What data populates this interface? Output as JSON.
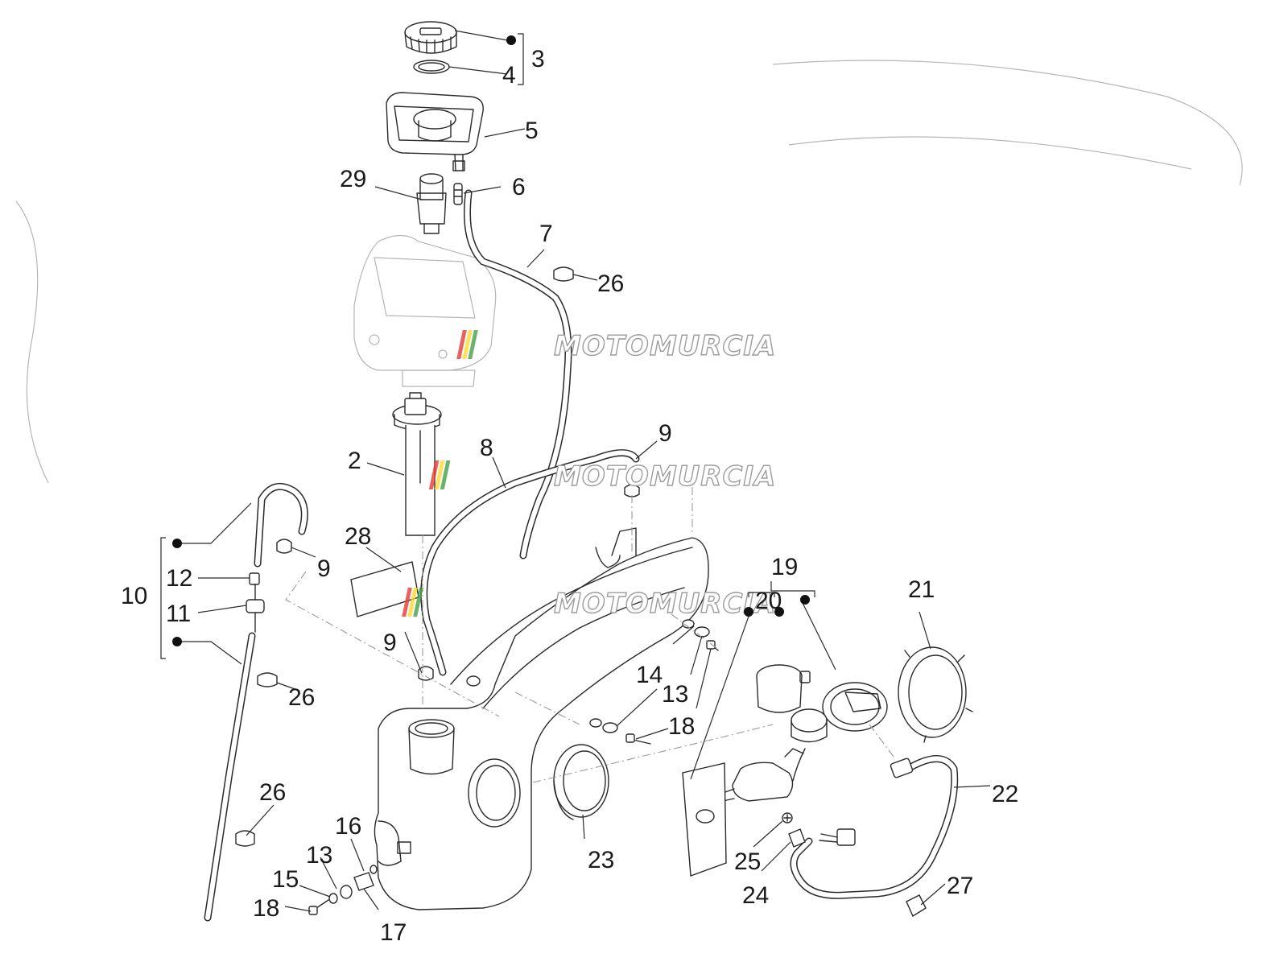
{
  "watermark": {
    "text": "MOTOMURCIA",
    "stripe_colors": [
      "#e53935",
      "#fdd835",
      "#43a047"
    ]
  },
  "callouts": {
    "c2": "2",
    "c3": "3",
    "c4": "4",
    "c5": "5",
    "c6": "6",
    "c7": "7",
    "c8": "8",
    "c9a": "9",
    "c9b": "9",
    "c9c": "9",
    "c10": "10",
    "c11": "11",
    "c12": "12",
    "c13a": "13",
    "c13b": "13",
    "c14": "14",
    "c15": "15",
    "c16": "16",
    "c17": "17",
    "c18a": "18",
    "c18b": "18",
    "c19": "19",
    "c20": "20",
    "c21": "21",
    "c22": "22",
    "c23": "23",
    "c24": "24",
    "c25": "25",
    "c26a": "26",
    "c26b": "26",
    "c26c": "26",
    "c27": "27",
    "c28": "28",
    "c29": "29"
  }
}
